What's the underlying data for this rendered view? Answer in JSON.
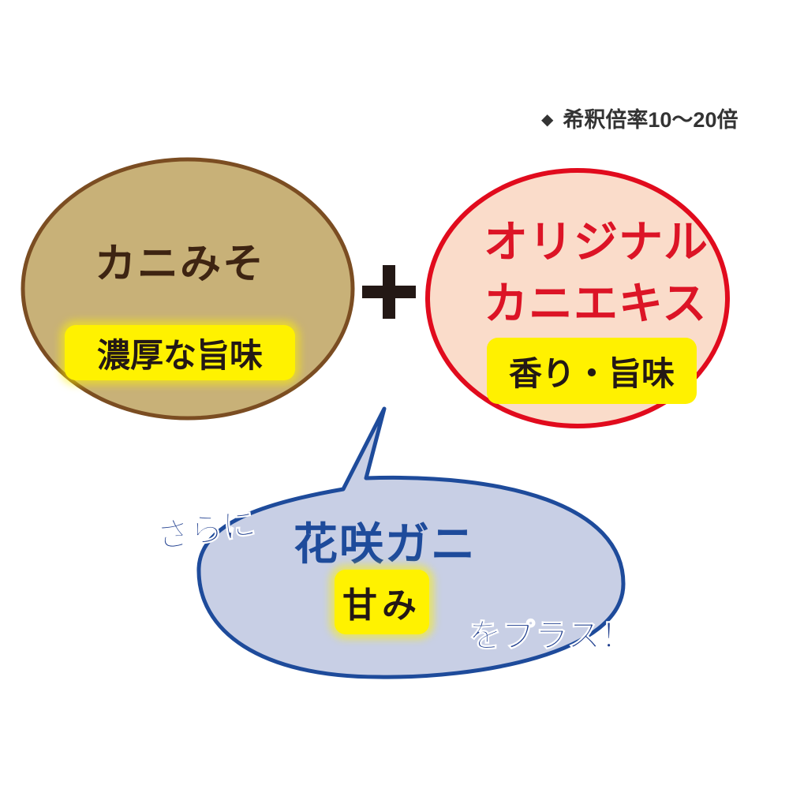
{
  "note": {
    "bullet_icon": "diamond-icon",
    "text": "希釈倍率10〜20倍"
  },
  "left_circle": {
    "title": "カニみそ",
    "highlight": "濃厚な旨味",
    "fill_color": "#c8b178",
    "border_color": "#7b4d22",
    "title_color": "#3e2412"
  },
  "plus": {
    "symbol_icon": "plus-icon",
    "color": "#231815"
  },
  "right_circle": {
    "title_line1": "オリジナル",
    "title_line2": "カニエキス",
    "highlight": "香り・旨味",
    "fill_color": "#fadcca",
    "border_color": "#e10b1d",
    "title_color": "#dc1426"
  },
  "speech_bubble": {
    "prefix": "さらに",
    "title": "花咲ガニ",
    "highlight": "甘み",
    "suffix": "をプラス！",
    "fill_color": "#c8cfe5",
    "border_color": "#1e4b9b",
    "text_color": "#1a3a8c"
  },
  "highlight_color": "#fff200"
}
